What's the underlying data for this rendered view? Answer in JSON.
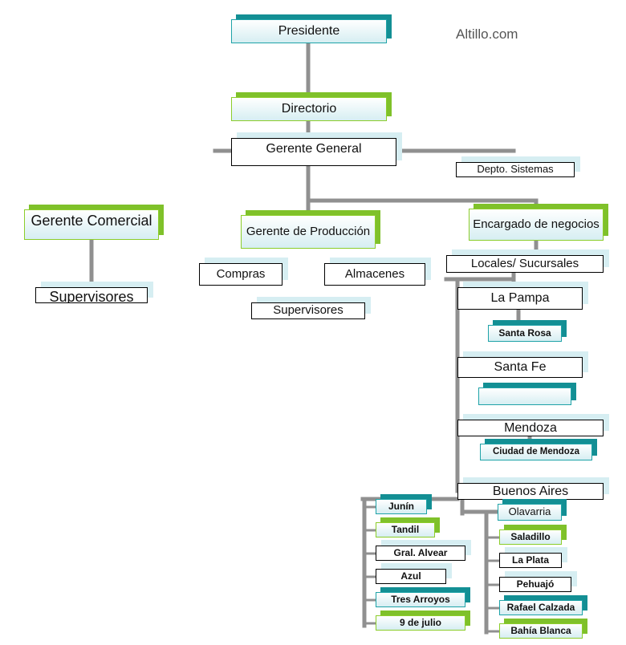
{
  "watermark": "Altillo.com",
  "nodes": {
    "presidente": "Presidente",
    "directorio": "Directorio",
    "gerente_general": "Gerente General",
    "depto_sistemas": "Depto. Sistemas",
    "gerente_comercial": "Gerente Comercial",
    "supervisores_comercial": "Supervisores",
    "gerente_produccion": "Gerente de Producción",
    "compras": "Compras",
    "almacenes": "Almacenes",
    "supervisores_produccion": "Supervisores",
    "encargado_negocios": "Encargado de negocios",
    "locales_sucursales": "Locales/ Sucursales",
    "la_pampa": "La Pampa",
    "santa_rosa": "Santa Rosa",
    "santa_fe": "Santa Fe",
    "santa_fe_branch": "",
    "mendoza": "Mendoza",
    "ciudad_mendoza": "Ciudad de Mendoza",
    "buenos_aires": "Buenos Aires",
    "junin": "Junín",
    "tandil": "Tandil",
    "gral_alvear": "Gral. Alvear",
    "azul": "Azul",
    "tres_arroyos": "Tres Arroyos",
    "nueve_de_julio": "9 de julio",
    "olavarria": "Olavarria",
    "saladillo": "Saladillo",
    "la_plata": "La Plata",
    "pehuajo": "Pehuajó",
    "rafael_calzada": "Rafael Calzada",
    "bahia_blanca": "Bahía Blanca"
  },
  "colors": {
    "line": "#909090",
    "teal_accent": "#138f94",
    "green_accent": "#7fc12a",
    "shadow_light": "#d6eef2"
  }
}
